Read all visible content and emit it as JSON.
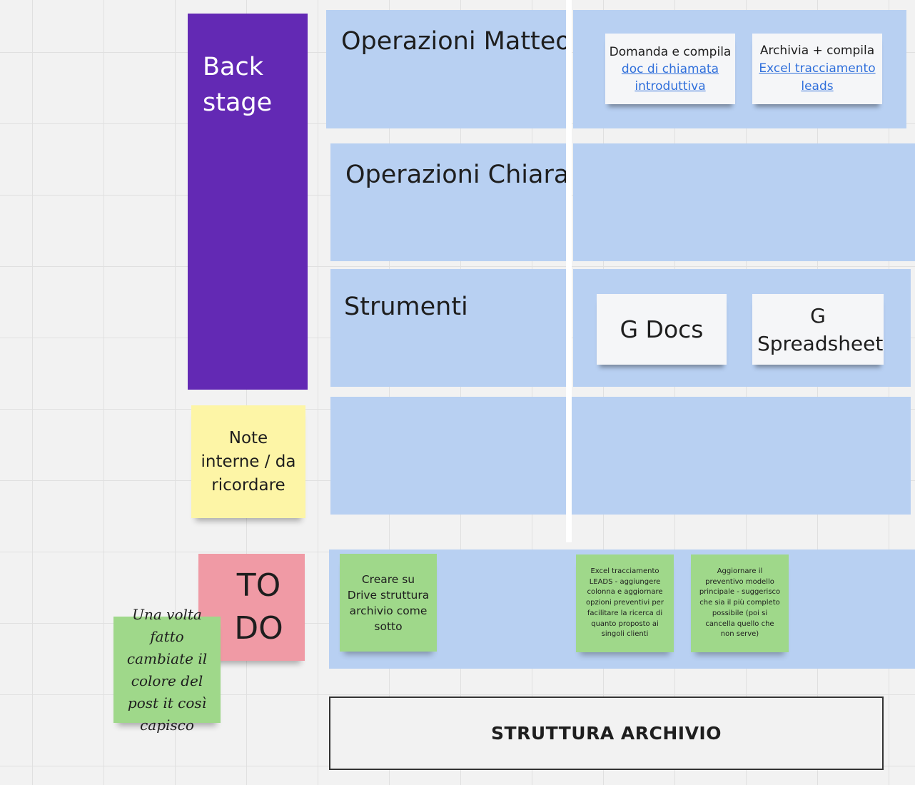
{
  "backstage": {
    "label": "Back stage"
  },
  "note": {
    "label": "Note interne / da ricordare"
  },
  "todo": {
    "label": "TO DO"
  },
  "handwritten": {
    "text": "Una volta fatto cambiate il colore del post it così capisco"
  },
  "lanes": [
    {
      "title": "Operazioni Matteo"
    },
    {
      "title": "Operazioni Chiara"
    },
    {
      "title": "Strumenti"
    },
    {
      "title": ""
    }
  ],
  "cards": {
    "domanda": {
      "line1": "Domanda e compila",
      "link": "doc di chiamata introduttiva"
    },
    "archivia": {
      "line1": "Archivia + compila",
      "link": "Excel tracciamento leads"
    },
    "gdocs": {
      "label": "G Docs"
    },
    "gsheet": {
      "label": "G Spreadsheet"
    }
  },
  "todo_stickies": [
    {
      "text": "Creare su Drive struttura archivio come sotto"
    },
    {
      "text": "Excel tracciamento LEADS - aggiungere colonna e aggiornare opzioni preventivi per facilitare la ricerca di quanto proposto ai singoli clienti"
    },
    {
      "text": "Aggiornare il preventivo modello principale - suggerisco che sia il più completo possibile (poi si cancella quello che non serve)"
    }
  ],
  "archive": {
    "title": "STRUTTURA ARCHIVIO"
  },
  "colors": {
    "purple": "#6329b4",
    "lane_blue": "#b8d0f2",
    "yellow": "#fdf5a6",
    "pink": "#f09aa5",
    "green": "#9fd88a",
    "link_blue": "#2f6fdb"
  }
}
